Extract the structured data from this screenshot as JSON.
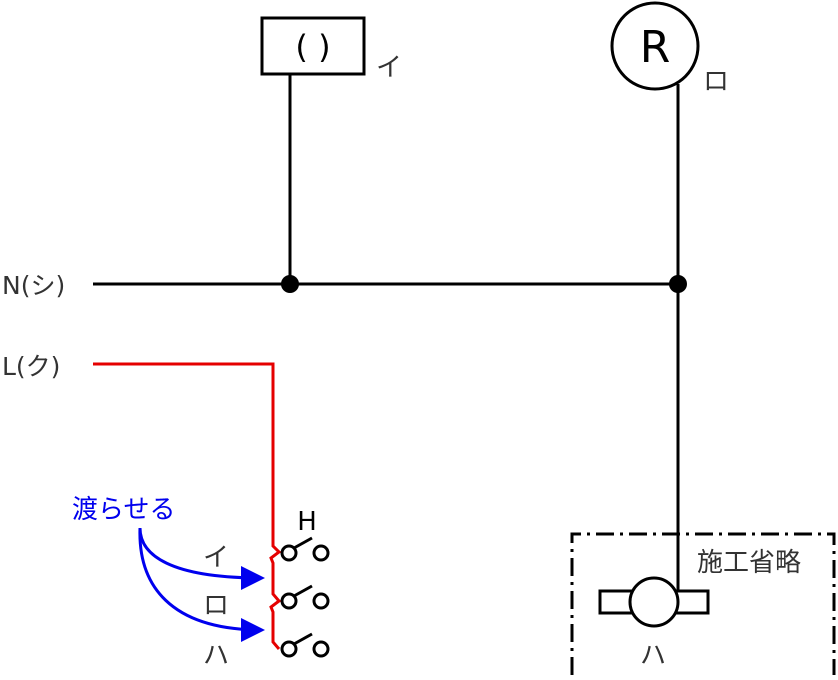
{
  "labels": {
    "neutral": "N(シ)",
    "live": "L(ク)",
    "fixture_symbol": "( )",
    "fixture_mark": "イ",
    "receptacle_symbol": "R",
    "receptacle_mark": "ロ",
    "omitted": "施工省略",
    "outlet_mark": "ハ",
    "jumper_note": "渡らせる",
    "switch_group": "H",
    "switch_i": "イ",
    "switch_ro": "ロ",
    "switch_ha": "ハ"
  },
  "colors": {
    "wire": "#000000",
    "live_wire": "#e50000",
    "annotation": "#0000ee",
    "label": "#333333"
  }
}
